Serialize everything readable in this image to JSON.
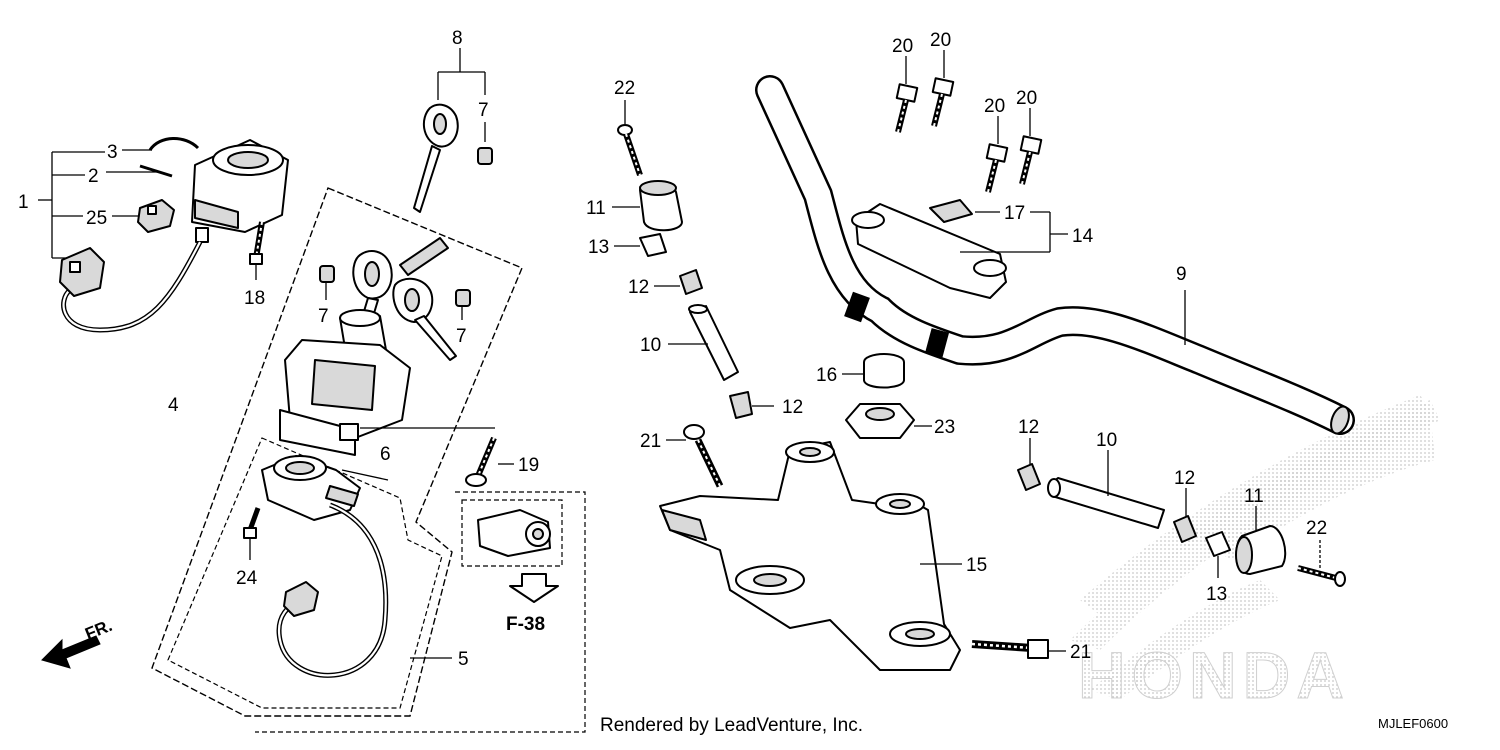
{
  "labels": {
    "p1": "1",
    "p2": "2",
    "p3": "3",
    "p4": "4",
    "p5": "5",
    "p6": "6",
    "p7a": "7",
    "p7b": "7",
    "p7c": "7",
    "p8": "8",
    "p9": "9",
    "p10a": "10",
    "p10b": "10",
    "p11a": "11",
    "p11b": "11",
    "p12a": "12",
    "p12b": "12",
    "p12c": "12",
    "p12d": "12",
    "p13a": "13",
    "p13b": "13",
    "p14": "14",
    "p15": "15",
    "p16": "16",
    "p17": "17",
    "p18": "18",
    "p19": "19",
    "p20a": "20",
    "p20b": "20",
    "p20c": "20",
    "p20d": "20",
    "p21a": "21",
    "p21b": "21",
    "p22a": "22",
    "p22b": "22",
    "p23": "23",
    "p24": "24",
    "p25": "25"
  },
  "reference": "F-38",
  "direction": "FR.",
  "footer": {
    "credit": "Rendered by LeadVenture, Inc.",
    "code": "MJLEF0600"
  },
  "watermark": "HONDA"
}
